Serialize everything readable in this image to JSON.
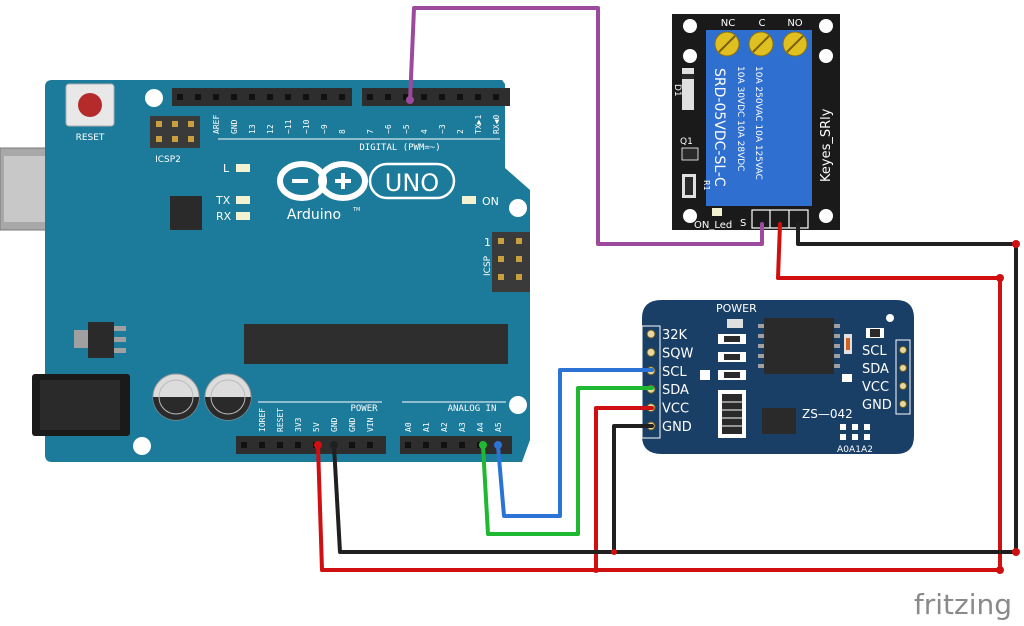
{
  "arduino": {
    "reset": "RESET",
    "icsp2": "ICSP2",
    "icsp": "ICSP",
    "icsp_pin": "1",
    "header_1": "1",
    "logo_text": "UNO",
    "brand": "Arduino",
    "trademark": "TM",
    "led_l": "L",
    "led_tx": "TX",
    "led_rx": "RX",
    "led_on": "ON",
    "digital_label": "DIGITAL (PWM=~)",
    "power_label": "POWER",
    "analog_label": "ANALOG IN",
    "digital_pins": [
      "AREF",
      "GND",
      "13",
      "12",
      "~11",
      "~10",
      "~9",
      "8",
      "7",
      "~6",
      "~5",
      "4",
      "~3",
      "2",
      "TX▶1",
      "RX◀0"
    ],
    "power_pins": [
      "IOREF",
      "RESET",
      "3V3",
      "5V",
      "GND",
      "GND",
      "VIN"
    ],
    "analog_pins": [
      "A0",
      "A1",
      "A2",
      "A3",
      "A4",
      "A5"
    ]
  },
  "relay": {
    "terminals": [
      "NC",
      "C",
      "NO"
    ],
    "model": "SRD-05VDC-SL-C",
    "rating_line1": "10A 250VAC  10A 125VAC",
    "rating_line2": "10A 30VDC  10A 28VDC",
    "brand": "Keyes_SRly",
    "d1": "D1",
    "q1": "Q1",
    "r1": "R1",
    "on_led": "ON_Led",
    "s": "S"
  },
  "rtc": {
    "power": "POWER",
    "model": "ZS—042",
    "left_pins": [
      "32K",
      "SQW",
      "SCL",
      "SDA",
      "VCC",
      "GND"
    ],
    "right_pins": [
      "SCL",
      "SDA",
      "VCC",
      "GND"
    ],
    "addr": [
      "A0",
      "A1",
      "A2"
    ]
  },
  "watermark": "fritzing",
  "colors": {
    "board_blue": "#1c7a9a",
    "rtc_blue": "#1a3f66",
    "relay_blue": "#2f6fd0",
    "wire_purple": "#9b4a9e",
    "wire_red": "#d01010",
    "wire_black": "#202020",
    "wire_blue": "#2b73d4",
    "wire_green": "#1fb832"
  }
}
